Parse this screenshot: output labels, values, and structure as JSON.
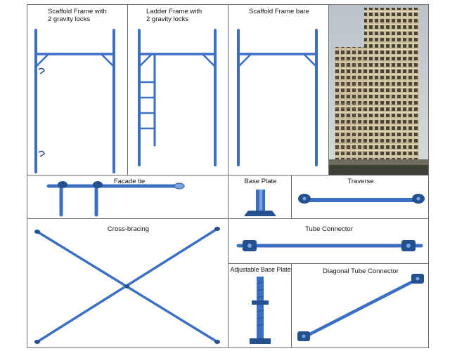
{
  "captions": {
    "frame_with_locks": "Scaffold Frame with\n2 gravity locks",
    "ladder_frame": "Ladder Frame with\n2 gravity locks",
    "frame_bare": "Scaffold Frame bare",
    "facade_tie": "Facade tie",
    "base_plate": "Base Plate",
    "traverse": "Traverse",
    "cross_bracing": "Cross-bracing",
    "tube_connector": "Tube Connector",
    "adjustable_base_plate": "Adjustable Base Plate",
    "diagonal_tube_connector": "Diagonal Tube Connector"
  },
  "colors": {
    "steel_blue": "#3a6fc4",
    "steel_blue_dark": "#24508f",
    "steel_light": "#7aa5e0",
    "border": "#6d6d6d",
    "sky": "#c9d0d4",
    "building": "#cbbd9c"
  }
}
